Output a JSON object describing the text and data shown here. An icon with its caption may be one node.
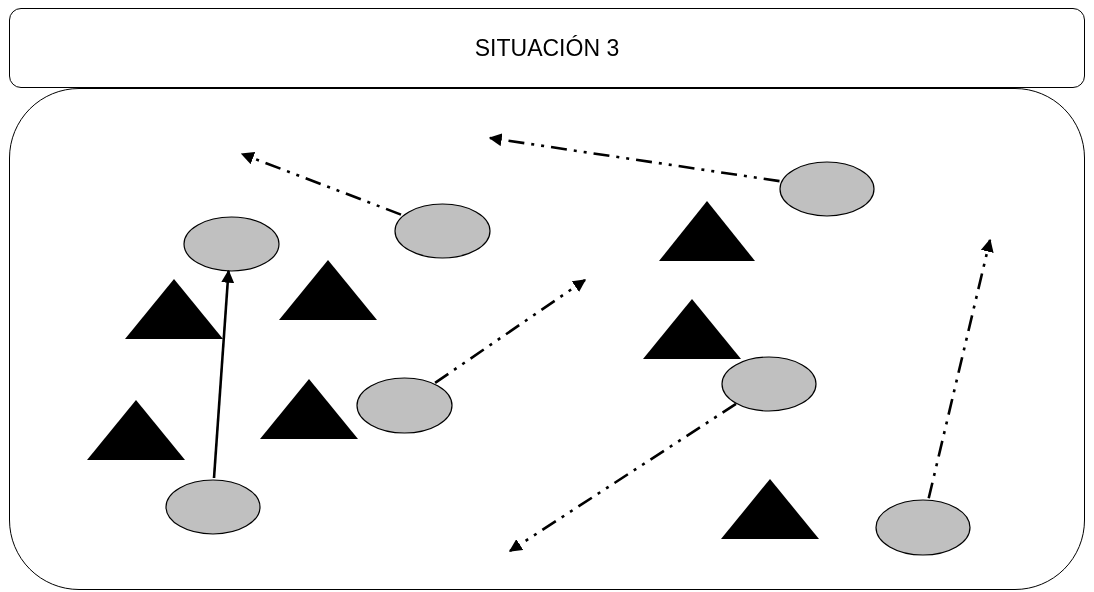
{
  "diagram": {
    "nodes": [
      {
        "text": [
          "SITUACIÓN 3"
        ]
      },
      {
        "text": [],
        "shape": "box"
      },
      {
        "text": [],
        "shape": "ellipse",
        "in": 1
      },
      {
        "text": [],
        "shape": "triangle",
        "in": 1
      },
      {
        "text": [],
        "shape": "ellipse",
        "in": 1
      },
      {
        "text": [],
        "shape": "ellipse",
        "in": 1
      },
      {
        "text": [],
        "shape": "triangle",
        "in": 1
      },
      {
        "text": [],
        "shape": "triangle",
        "in": 1
      },
      {
        "text": [],
        "shape": "triangle",
        "in": 1
      },
      {
        "text": [],
        "shape": "ellipse",
        "in": 1
      },
      {
        "text": [],
        "shape": "ellipse",
        "in": 1
      },
      {
        "text": [],
        "shape": "triangle",
        "in": 1
      },
      {
        "text": [],
        "shape": "triangle",
        "in": 1
      },
      {
        "text": [],
        "shape": "ellipse",
        "in": 1
      },
      {
        "text": [],
        "shape": "triangle",
        "in": 1
      },
      {
        "text": [],
        "shape": "ellipse",
        "in": 1
      }
    ],
    "edges": [
      {
        "from": 13,
        "to": 5,
        "arrow": "to"
      },
      {
        "from": 4,
        "to": null,
        "arrow": "to",
        "style": "dashed"
      },
      {
        "from": 2,
        "to": null,
        "arrow": "to",
        "style": "dashed"
      },
      {
        "from": 10,
        "to": null,
        "arrow": "to",
        "style": "dashed"
      },
      {
        "from": 9,
        "to": null,
        "arrow": "to",
        "style": "dashed"
      },
      {
        "from": 15,
        "to": null,
        "arrow": "to",
        "style": "dashed"
      }
    ]
  }
}
